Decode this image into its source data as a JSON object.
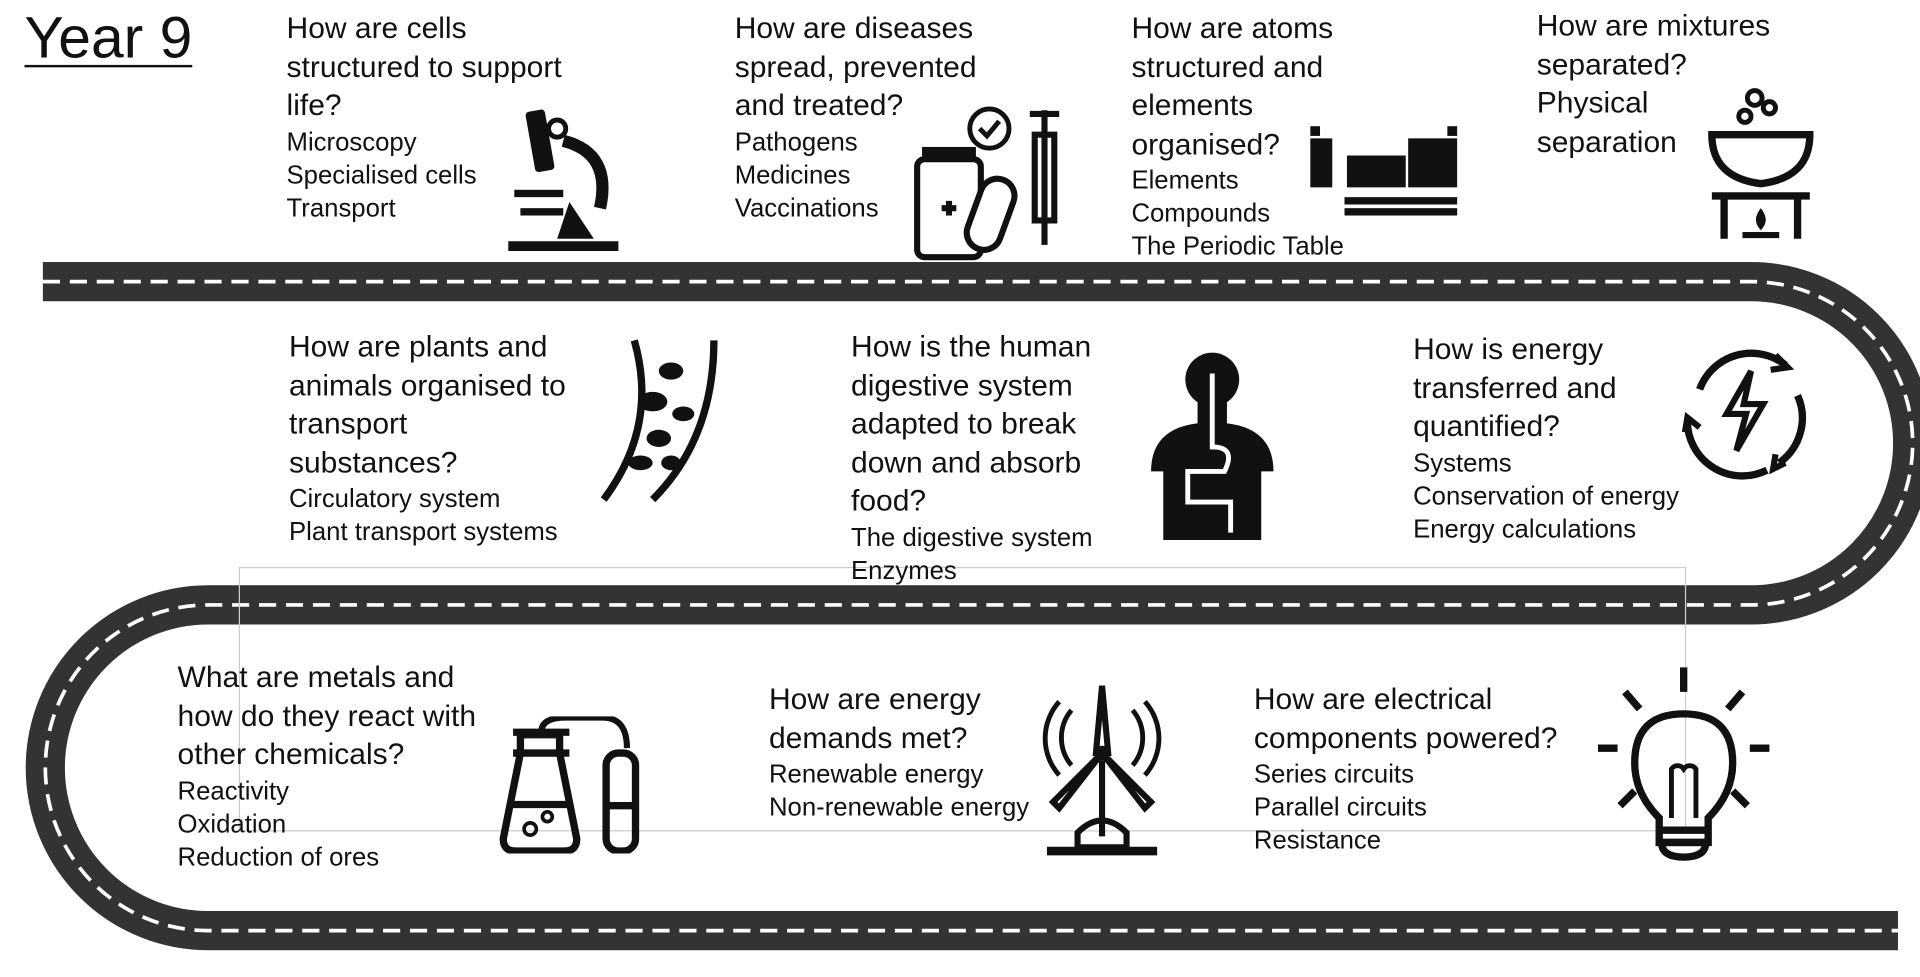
{
  "title": "Year 9",
  "blocks": [
    {
      "question": [
        "How are cells",
        "structured to support",
        "life?"
      ],
      "topics": [
        "Microscopy",
        "Specialised cells",
        "Transport"
      ],
      "icon": "microscope-icon"
    },
    {
      "question": [
        "How are diseases",
        "spread, prevented",
        "and treated?"
      ],
      "topics": [
        "Pathogens",
        "Medicines",
        "Vaccinations"
      ],
      "icon": "medicine-icon"
    },
    {
      "question": [
        "How are atoms",
        "structured and",
        "elements",
        "organised?"
      ],
      "topics": [
        "Elements",
        "Compounds",
        "The Periodic Table"
      ],
      "icon": "periodic-table-icon"
    },
    {
      "question": [
        "How are mixtures",
        "separated?",
        "Physical",
        "separation"
      ],
      "topics": [],
      "icon": "evaporating-dish-icon"
    },
    {
      "question": [
        "How are plants and",
        "animals organised to",
        "transport",
        "substances?"
      ],
      "topics": [
        "Circulatory system",
        "Plant transport systems"
      ],
      "icon": "blood-vessel-icon"
    },
    {
      "question": [
        "How is the human",
        "digestive system",
        "adapted to break",
        "down and absorb",
        "food?"
      ],
      "topics": [
        "The digestive system",
        "Enzymes"
      ],
      "icon": "digestive-system-icon"
    },
    {
      "question": [
        "How is energy",
        "transferred and",
        "quantified?"
      ],
      "topics": [
        "Systems",
        "Conservation of energy",
        "Energy calculations"
      ],
      "icon": "energy-cycle-icon"
    },
    {
      "question": [
        "What are metals and",
        "how do they react with",
        "other chemicals?"
      ],
      "topics": [
        "Reactivity",
        "Oxidation",
        "Reduction of ores"
      ],
      "icon": "flask-icon"
    },
    {
      "question": [
        "How are energy",
        "demands met?"
      ],
      "topics": [
        "Renewable energy",
        "Non-renewable energy"
      ],
      "icon": "wind-turbine-icon"
    },
    {
      "question": [
        "How are electrical",
        "components powered?"
      ],
      "topics": [
        "Series circuits",
        "Parallel circuits",
        "Resistance"
      ],
      "icon": "light-bulb-icon"
    }
  ]
}
